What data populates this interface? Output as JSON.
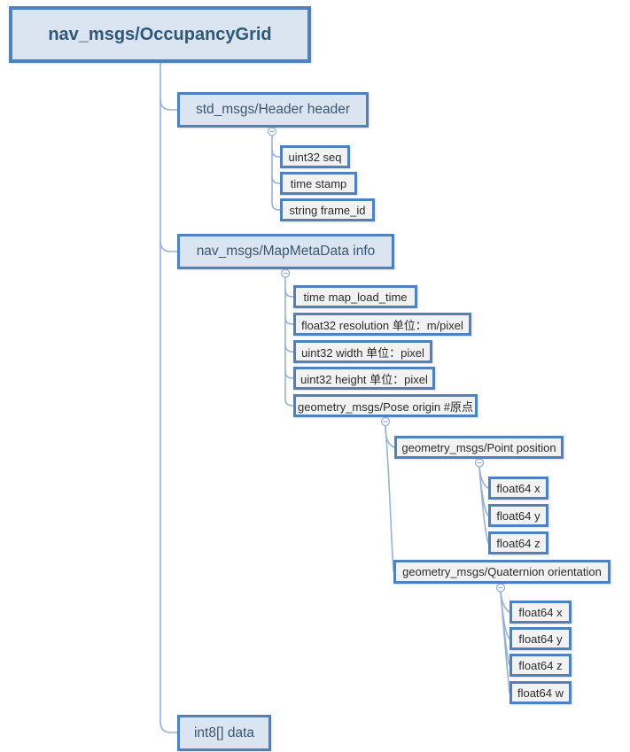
{
  "diagram_title": "nav_msgs/OccupancyGrid message structure mind map",
  "colors": {
    "node_border": "#4e81bd",
    "branch_node_fill": "#dbe5f1",
    "leaf_node_fill": "#f2f2f2",
    "connector": "#95b3d7",
    "root_text": "#2f5878",
    "leaf_text": "#2b2b2b"
  },
  "tree": {
    "label": "nav_msgs/OccupancyGrid",
    "children": [
      {
        "label": "std_msgs/Header header",
        "children": [
          {
            "label": "uint32 seq"
          },
          {
            "label": "time stamp"
          },
          {
            "label": "string frame_id"
          }
        ]
      },
      {
        "label": "nav_msgs/MapMetaData info",
        "children": [
          {
            "label": "time map_load_time"
          },
          {
            "label": "float32 resolution 单位：m/pixel"
          },
          {
            "label": "uint32 width 单位：pixel"
          },
          {
            "label": "uint32 height 单位：pixel"
          },
          {
            "label": "geometry_msgs/Pose origin #原点",
            "children": [
              {
                "label": "geometry_msgs/Point position",
                "children": [
                  {
                    "label": "float64 x"
                  },
                  {
                    "label": "float64 y"
                  },
                  {
                    "label": "float64 z"
                  }
                ]
              },
              {
                "label": "geometry_msgs/Quaternion orientation",
                "children": [
                  {
                    "label": "float64 x"
                  },
                  {
                    "label": "float64 y"
                  },
                  {
                    "label": "float64 z"
                  },
                  {
                    "label": "float64 w"
                  }
                ]
              }
            ]
          }
        ]
      },
      {
        "label": "int8[] data"
      }
    ]
  }
}
